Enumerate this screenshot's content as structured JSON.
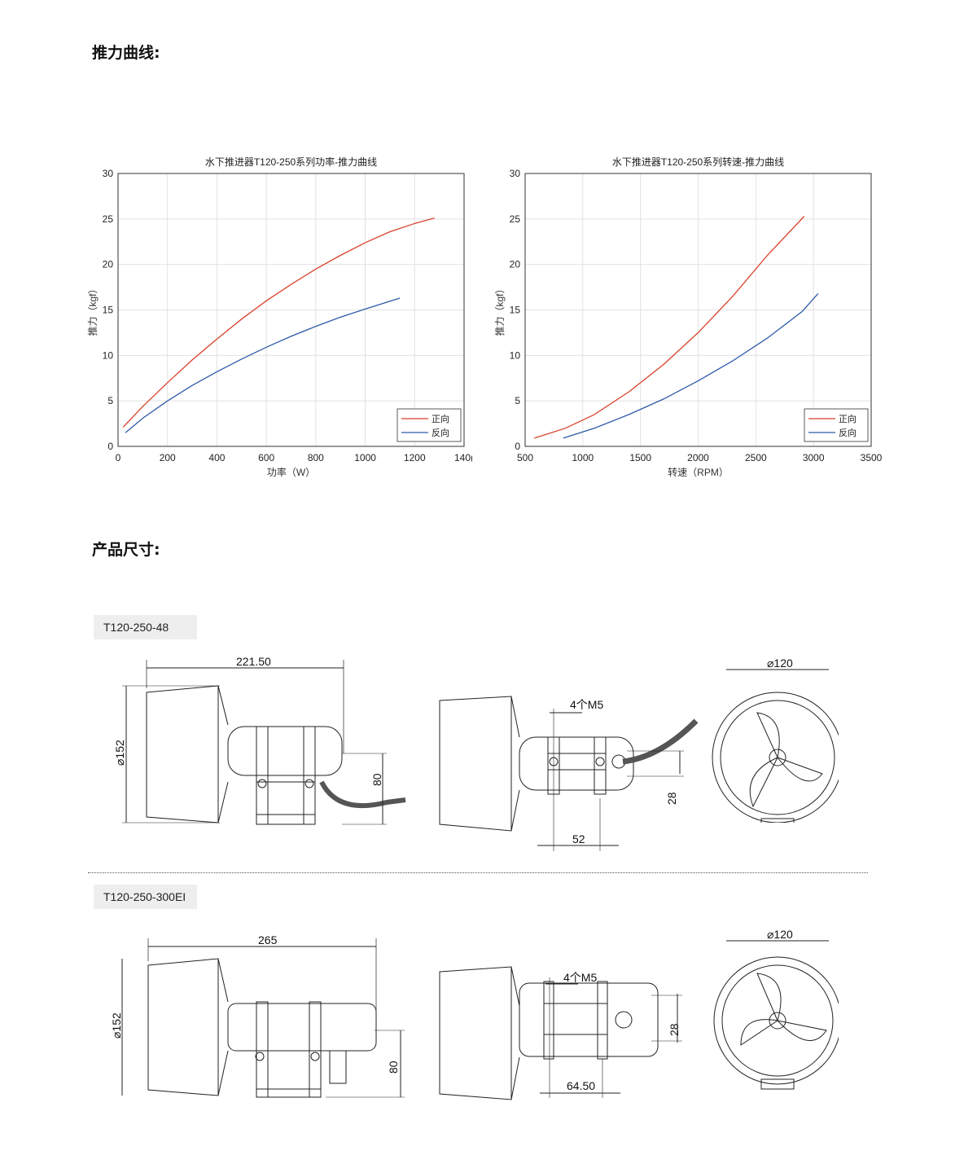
{
  "sections": {
    "thrust_title": "推力曲线:",
    "dimension_title": "产品尺寸:"
  },
  "chart_data": [
    {
      "type": "line",
      "title": "水下推进器T120-250系列功率-推力曲线",
      "xlabel": "功率（W）",
      "ylabel": "推力（kgf）",
      "xlim": [
        0,
        1400
      ],
      "ylim": [
        0,
        30
      ],
      "xticks": [
        "0",
        "200",
        "400",
        "600",
        "800",
        "1000",
        "1200",
        "140("
      ],
      "yticks": [
        "0",
        "5",
        "10",
        "15",
        "20",
        "25",
        "30"
      ],
      "grid": true,
      "legend": "bottom-right",
      "series": [
        {
          "name": "正向",
          "color": "#d9412b",
          "x": [
            20,
            100,
            200,
            300,
            400,
            500,
            600,
            700,
            800,
            900,
            1000,
            1100,
            1200,
            1280
          ],
          "y": [
            2.1,
            4.4,
            7.0,
            9.5,
            11.8,
            14.0,
            16.0,
            17.8,
            19.5,
            21.0,
            22.4,
            23.6,
            24.5,
            25.1
          ]
        },
        {
          "name": "反向",
          "color": "#2e5aa8",
          "x": [
            30,
            100,
            200,
            300,
            400,
            500,
            600,
            700,
            800,
            900,
            1000,
            1140
          ],
          "y": [
            1.5,
            3.1,
            5.0,
            6.7,
            8.2,
            9.6,
            10.9,
            12.1,
            13.2,
            14.2,
            15.1,
            16.3
          ]
        }
      ]
    },
    {
      "type": "line",
      "title": "水下推进器T120-250系列转速-推力曲线",
      "xlabel": "转速（RPM）",
      "ylabel": "推力（kgf）",
      "xlim": [
        500,
        3500
      ],
      "ylim": [
        0,
        30
      ],
      "xticks": [
        "500",
        "1000",
        "1500",
        "2000",
        "2500",
        "3000",
        "3500"
      ],
      "yticks": [
        "0",
        "5",
        "10",
        "15",
        "20",
        "25",
        "30"
      ],
      "grid": true,
      "legend": "bottom-right",
      "series": [
        {
          "name": "正向",
          "color": "#d9412b",
          "x": [
            580,
            850,
            1100,
            1400,
            1700,
            2000,
            2300,
            2600,
            2920
          ],
          "y": [
            0.9,
            2.0,
            3.5,
            6.0,
            9.0,
            12.5,
            16.5,
            21.0,
            25.3
          ]
        },
        {
          "name": "反向",
          "color": "#2e5aa8",
          "x": [
            830,
            1100,
            1400,
            1700,
            2000,
            2300,
            2600,
            2900,
            3040
          ],
          "y": [
            0.9,
            2.0,
            3.5,
            5.2,
            7.2,
            9.4,
            11.9,
            14.8,
            16.8
          ]
        }
      ]
    }
  ],
  "models": [
    {
      "name": "T120-250-48",
      "dims": {
        "length": "221.50",
        "diameter": "⌀152",
        "height": "80",
        "thread": "4个M5",
        "spacing": "52",
        "cable": "28",
        "duct": "⌀120"
      }
    },
    {
      "name": "T120-250-300EI",
      "dims": {
        "length": "265",
        "diameter": "⌀152",
        "height": "80",
        "thread": "4个M5",
        "spacing": "64.50",
        "cable": "28",
        "duct": "⌀120"
      }
    }
  ]
}
